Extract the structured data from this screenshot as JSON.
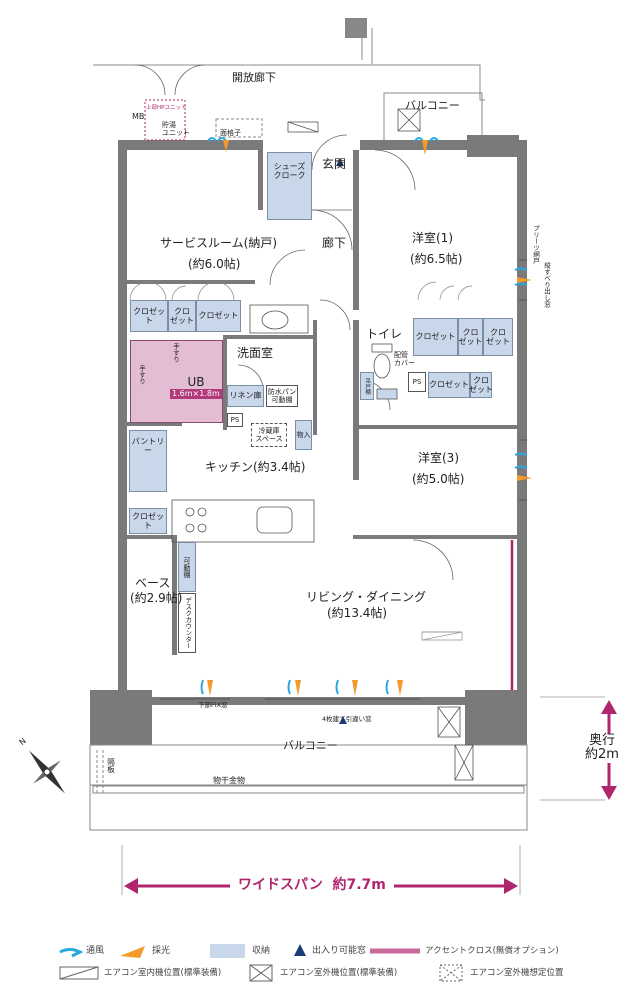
{
  "plan": {
    "rooms": {
      "open_corridor": "開放廊下",
      "balcony_top": "バルコニー",
      "mb": "MB",
      "hp_unit": "上部HPユニット",
      "storage_unit": "貯湯\nユニット",
      "lattice": "面格子",
      "shoes_cloak": "シューズ\nクローク",
      "entrance": "玄関",
      "corridor": "廊下",
      "service_room": "サービスルーム(納戸)",
      "service_room_size": "(約6.0帖)",
      "western1": "洋室(1)",
      "western1_size": "(約6.5帖)",
      "pleated_door": "プリーツ網戸",
      "vertical_slide": "縦すべり出し窓",
      "closet": "クロゼット",
      "closet_split": "クロ\nゼット",
      "toilet": "トイレ",
      "pipe_cover": "配管\nカバー",
      "hanging_shelf": "吊戸棚",
      "ps": "PS",
      "washroom": "洗面室",
      "ub": "UB",
      "ub_size": "1.6m×1.8m",
      "handrail": "手すり",
      "linen": "リネン庫",
      "waterproof_pan": "防水パン",
      "movable_shelf": "可動棚",
      "fridge_space": "冷蔵庫\nスペース",
      "storage_small": "物入",
      "western3": "洋室(3)",
      "western3_size": "(約5.0帖)",
      "pantry": "パントリー",
      "kitchen": "キッチン(約3.4帖)",
      "movable_shelf_v": "可動棚",
      "base": "ベース",
      "base_size": "(約2.9帖)",
      "desk_counter": "デスクカウンター",
      "living": "リビング・ダイニング",
      "living_size": "(約13.4帖)",
      "lower_fix": "下部FIX窓",
      "sliding_4": "4枚建て引違い窓",
      "balcony_bottom": "バルコニー",
      "partition": "隔板",
      "drying_rack": "物干金物"
    },
    "depth_label": "奥行\n約2m",
    "wide_span": "ワイドスパン  約7.7m",
    "compass": "N"
  },
  "legend": {
    "items": [
      {
        "label": "通風",
        "color": "#29a8e0",
        "icon": "wind-icon"
      },
      {
        "label": "採光",
        "color": "#f39a2a",
        "icon": "light-icon"
      },
      {
        "label": "収納",
        "color": "#c9d7ea",
        "icon": "storage-swatch-icon"
      },
      {
        "label": "出入り可能窓",
        "color": "#1a3d7a",
        "icon": "triangle-icon"
      },
      {
        "label": "アクセントクロス(無償オプション)",
        "color": "#c96a9a",
        "icon": "accent-line-icon"
      }
    ],
    "items2": [
      {
        "label": "エアコン室内機位置(標準装備)",
        "icon": "indoor-unit-icon"
      },
      {
        "label": "エアコン室外機位置(標準装備)",
        "icon": "outdoor-unit-icon"
      },
      {
        "label": "エアコン室外機想定位置",
        "icon": "outdoor-assumed-icon"
      }
    ]
  },
  "colors": {
    "wall": "#6f6f6f",
    "storage": "#c9d7ea",
    "ub": "#e3bdd4",
    "ub_label_bg": "#b03a7a",
    "accent": "#b0266e",
    "wind": "#29a8e0",
    "light": "#f39a2a"
  }
}
